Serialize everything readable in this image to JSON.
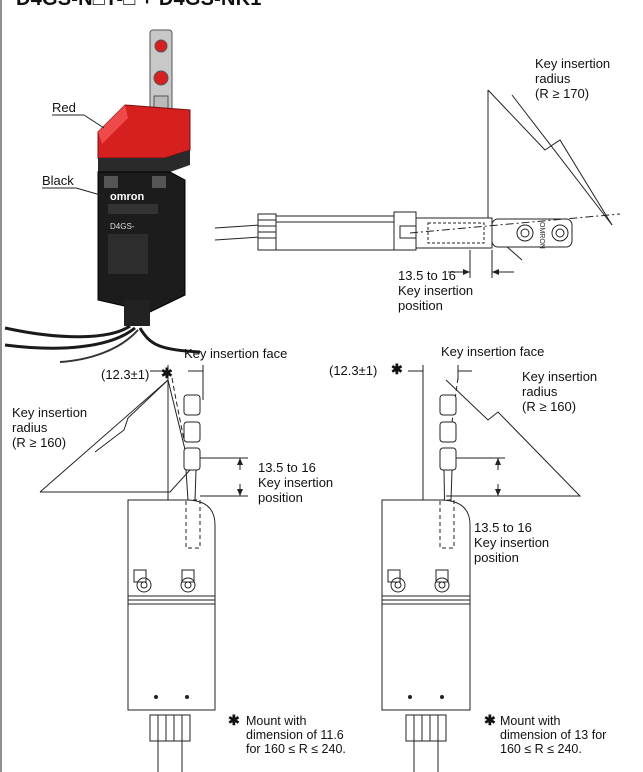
{
  "title": "D4GS-N□T-□ + D4GS-NK1",
  "photo": {
    "label_red": "Red",
    "label_black": "Black",
    "brand": "omron",
    "model": "D4GS-"
  },
  "top_right": {
    "radius_label": "Key insertion\nradius\n(R ≥ 170)",
    "dim_label": "13.5 to 16\nKey insertion\nposition",
    "key_brand": "OMRON"
  },
  "left_view": {
    "offset": "(12.3±1)",
    "star": "✱",
    "face": "Key insertion face",
    "radius_label": "Key insertion\nradius\n(R ≥ 160)",
    "dim_label": "13.5 to 16\nKey insertion\nposition",
    "note_star": "✱",
    "note": "Mount with\ndimension of 11.6\nfor 160 ≤ R ≤ 240."
  },
  "right_view": {
    "offset": "(12.3±1)",
    "star": "✱",
    "face": "Key insertion face",
    "radius_label": "Key insertion\nradius\n(R ≥ 160)",
    "dim_label": "13.5 to 16\nKey insertion\nposition",
    "note_star": "✱",
    "note": "Mount with\ndimension of 13 for\n160 ≤ R ≤ 240."
  },
  "colors": {
    "red": "#d62020",
    "black": "#1a1a1a",
    "line": "#222222"
  }
}
